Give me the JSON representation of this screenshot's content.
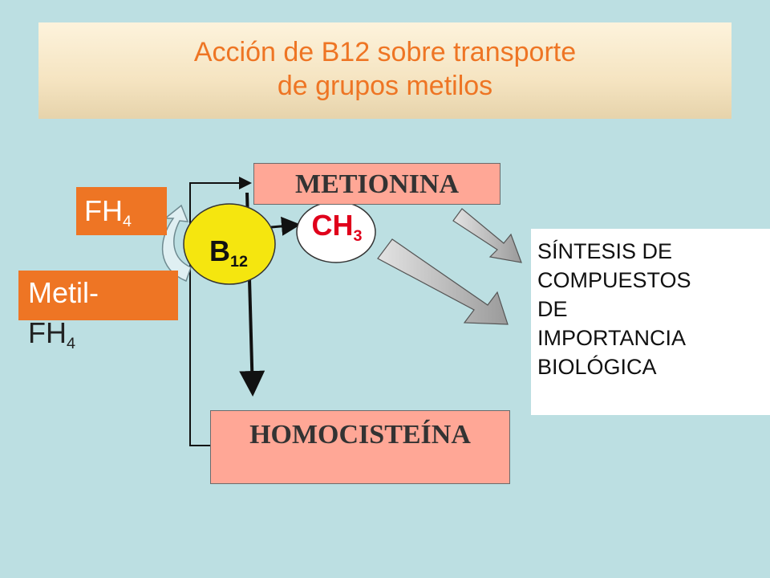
{
  "title": {
    "line1": "Acción de B12 sobre transporte",
    "line2": "de grupos metilos"
  },
  "boxes": {
    "metionina": "METIONINA",
    "homocisteina": "HOMOCISTEÍNA",
    "fh4": {
      "base": "FH",
      "sub": "4"
    },
    "metil": {
      "line1": "Metil-",
      "line2_base": "FH",
      "line2_sub": "4"
    }
  },
  "b12": {
    "base": "B",
    "sub": "12"
  },
  "ch3": {
    "base": "CH",
    "sub": "3"
  },
  "sintesis": {
    "lines": [
      "SÍNTESIS DE",
      "COMPUESTOS",
      "DE",
      "IMPORTANCIA",
      "BIOLÓGICA"
    ]
  },
  "colors": {
    "background": "#bcdfe2",
    "title_text": "#ee7524",
    "salmon_box": "#ffa796",
    "orange_box": "#ee7524",
    "b12_circle": "#f5e60f",
    "ch3_text": "#e0001b",
    "block_arrow": "#b3b3b3"
  }
}
